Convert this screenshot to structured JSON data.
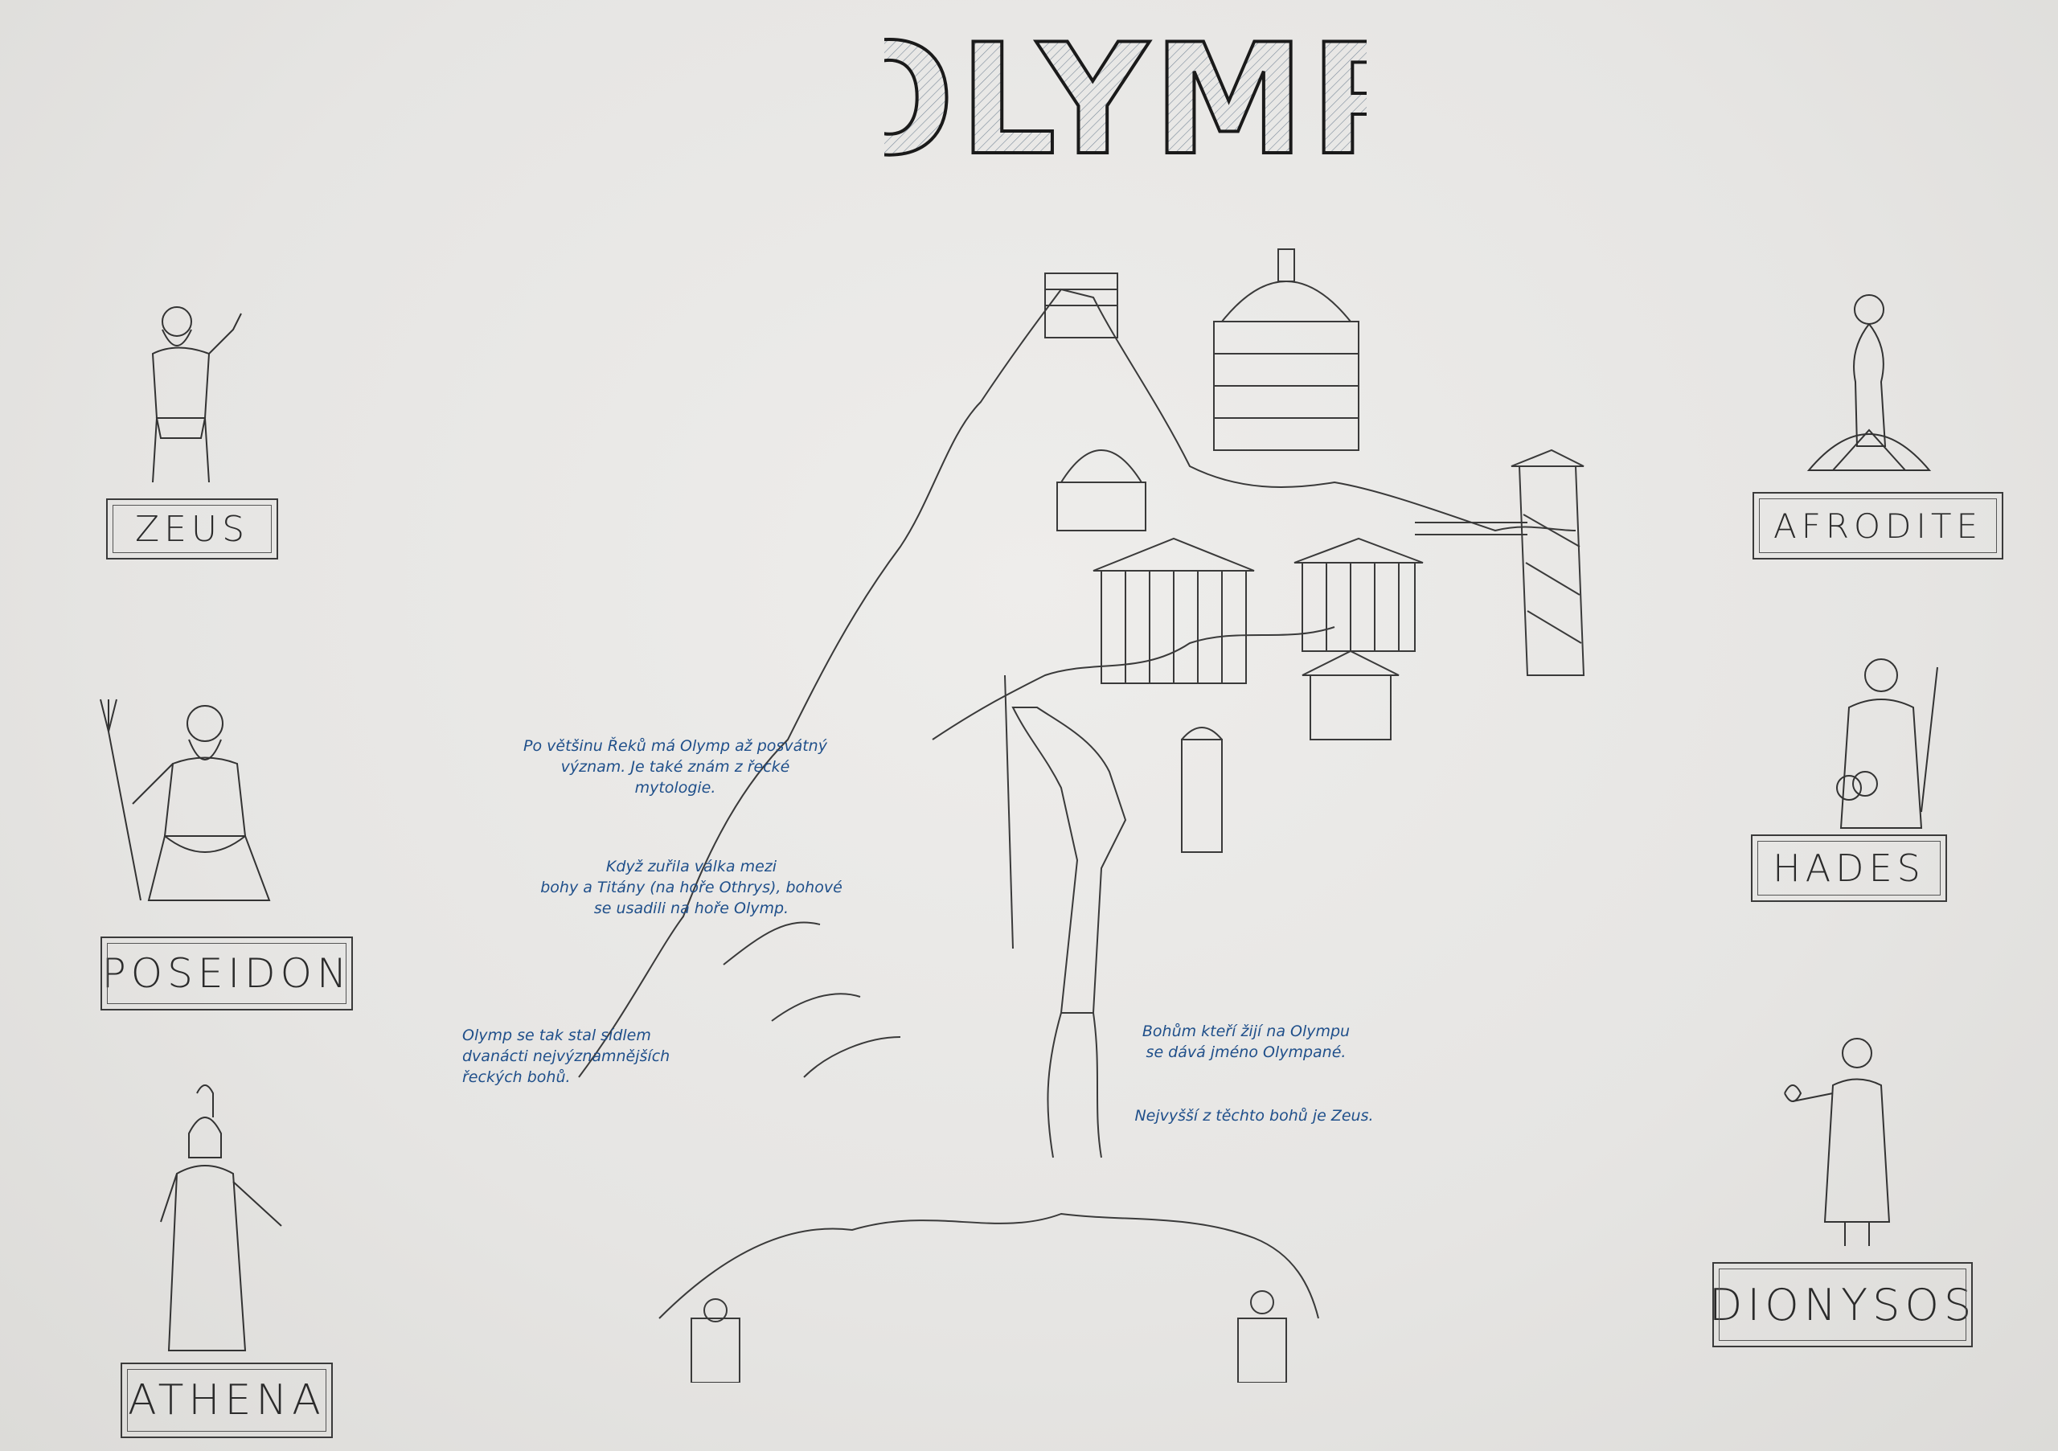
{
  "title": "OLYMP",
  "gods": {
    "zeus": "ZEUS",
    "poseidon": "POSEIDON",
    "athena": "ATHENA",
    "afrodite": "AFRODITE",
    "hades": "HADES",
    "dionysos": "DIONYSOS"
  },
  "notes": {
    "n1": [
      "Po většinu Řeků má Olymp až posvátný",
      "význam. Je také znám z řecké",
      "mytologie."
    ],
    "n2": [
      "Když zuřila válka mezi",
      "bohy a Titány (na hoře Othrys), bohové",
      "se usadili na hoře Olymp."
    ],
    "n3": [
      "Olymp se tak stal sídlem",
      "dvanácti nejvýznamnějších",
      "řeckých bohů."
    ],
    "n4": [
      "Bohům kteří žijí na Olympu",
      "se dává jméno Olympané."
    ],
    "n5": "Nejvyšší z těchto bohů je Zeus."
  },
  "colors": {
    "paper": "#e9e8e6",
    "ink": "#2b2b2b",
    "blue_ink": "#1f4f8a"
  }
}
